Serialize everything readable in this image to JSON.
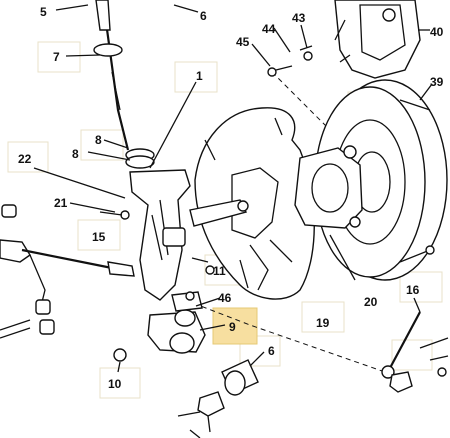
{
  "diagram": {
    "callouts": [
      {
        "id": "c5",
        "text": "5"
      },
      {
        "id": "c6a",
        "text": "6"
      },
      {
        "id": "c44",
        "text": "44"
      },
      {
        "id": "c43",
        "text": "43"
      },
      {
        "id": "c40",
        "text": "40"
      },
      {
        "id": "c45",
        "text": "45"
      },
      {
        "id": "c7",
        "text": "7"
      },
      {
        "id": "c1",
        "text": "1"
      },
      {
        "id": "c39",
        "text": "39"
      },
      {
        "id": "c8a",
        "text": "8"
      },
      {
        "id": "c8b",
        "text": "8"
      },
      {
        "id": "c22",
        "text": "22"
      },
      {
        "id": "c21",
        "text": "21"
      },
      {
        "id": "c15",
        "text": "15"
      },
      {
        "id": "c11",
        "text": "11"
      },
      {
        "id": "c46",
        "text": "46"
      },
      {
        "id": "c20",
        "text": "20"
      },
      {
        "id": "c16",
        "text": "16"
      },
      {
        "id": "c9",
        "text": "9"
      },
      {
        "id": "c19",
        "text": "19"
      },
      {
        "id": "c6b",
        "text": "6"
      },
      {
        "id": "c10",
        "text": "10"
      }
    ],
    "highlight_color": "#f7dfa0"
  }
}
